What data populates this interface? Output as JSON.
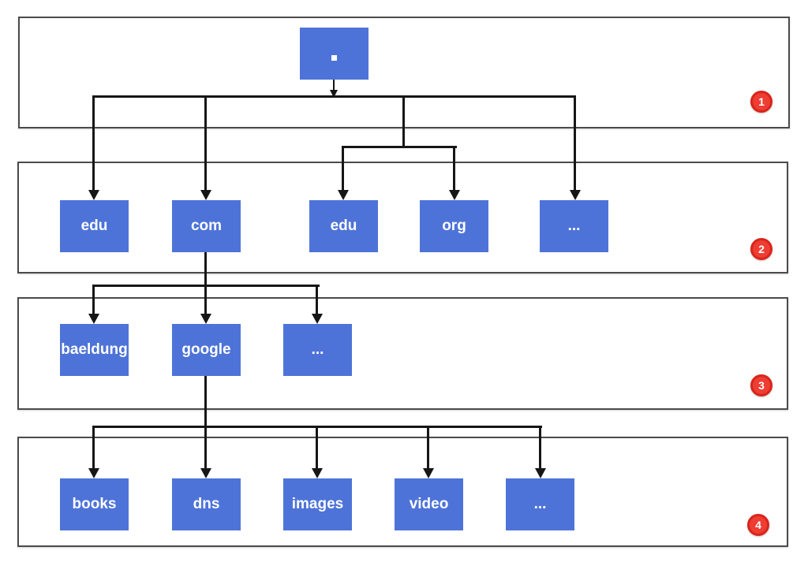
{
  "colors": {
    "node_fill": "#4e73d8",
    "node_text": "#ffffff",
    "band_border": "#4b4b4b",
    "connector": "#161616",
    "badge_fill": "#ee3d33",
    "badge_border": "#d9251b",
    "badge_text": "#ffffff"
  },
  "levels": [
    {
      "badge": "1",
      "nodes": [
        {
          "label": "."
        }
      ]
    },
    {
      "badge": "2",
      "nodes": [
        {
          "label": "edu"
        },
        {
          "label": "com"
        },
        {
          "label": "edu"
        },
        {
          "label": "org"
        },
        {
          "label": "..."
        }
      ]
    },
    {
      "badge": "3",
      "nodes": [
        {
          "label": "baeldung"
        },
        {
          "label": "google"
        },
        {
          "label": "..."
        }
      ]
    },
    {
      "badge": "4",
      "nodes": [
        {
          "label": "books"
        },
        {
          "label": "dns"
        },
        {
          "label": "images"
        },
        {
          "label": "video"
        },
        {
          "label": "..."
        }
      ]
    }
  ]
}
